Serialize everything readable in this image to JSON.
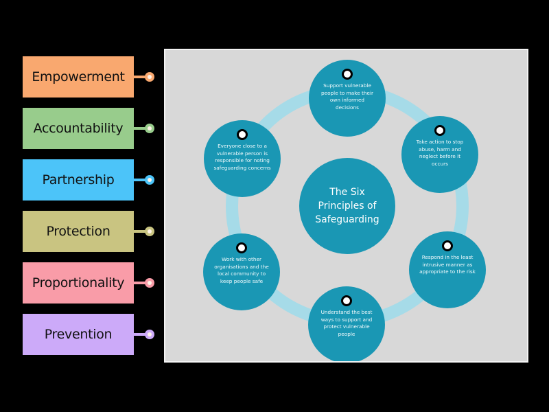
{
  "activity": {
    "type": "match-up",
    "center_title": "The Six Principles of Safeguarding"
  },
  "tiles": [
    {
      "label": "Empowerment",
      "color": "#f9a86f"
    },
    {
      "label": "Accountability",
      "color": "#98cc8c"
    },
    {
      "label": "Partnership",
      "color": "#4cc4f9"
    },
    {
      "label": "Protection",
      "color": "#c9c481"
    },
    {
      "label": "Proportionality",
      "color": "#f99ca8"
    },
    {
      "label": "Prevention",
      "color": "#ccaaf9"
    }
  ],
  "targets": [
    {
      "position": "top",
      "text": "Support vulnerable people to make their own informed decisions"
    },
    {
      "position": "upper-right",
      "text": "Take action to stop abuse, harm and neglect before it occurs"
    },
    {
      "position": "lower-right",
      "text": "Respond in the least intrusive manner as appropriate to the risk"
    },
    {
      "position": "bottom",
      "text": "Understand the best ways to support and protect vulnerable people"
    },
    {
      "position": "lower-left",
      "text": "Work with other organisations and the local community to keep people safe"
    },
    {
      "position": "upper-left",
      "text": "Everyone close to a vulnerable person is responsible for noting safeguarding concerns"
    }
  ],
  "colors": {
    "bubble": "#1a97b4",
    "ring": "#a6dbe8",
    "panel_bg": "#d8d8d8",
    "stage_bg": "#000000"
  }
}
